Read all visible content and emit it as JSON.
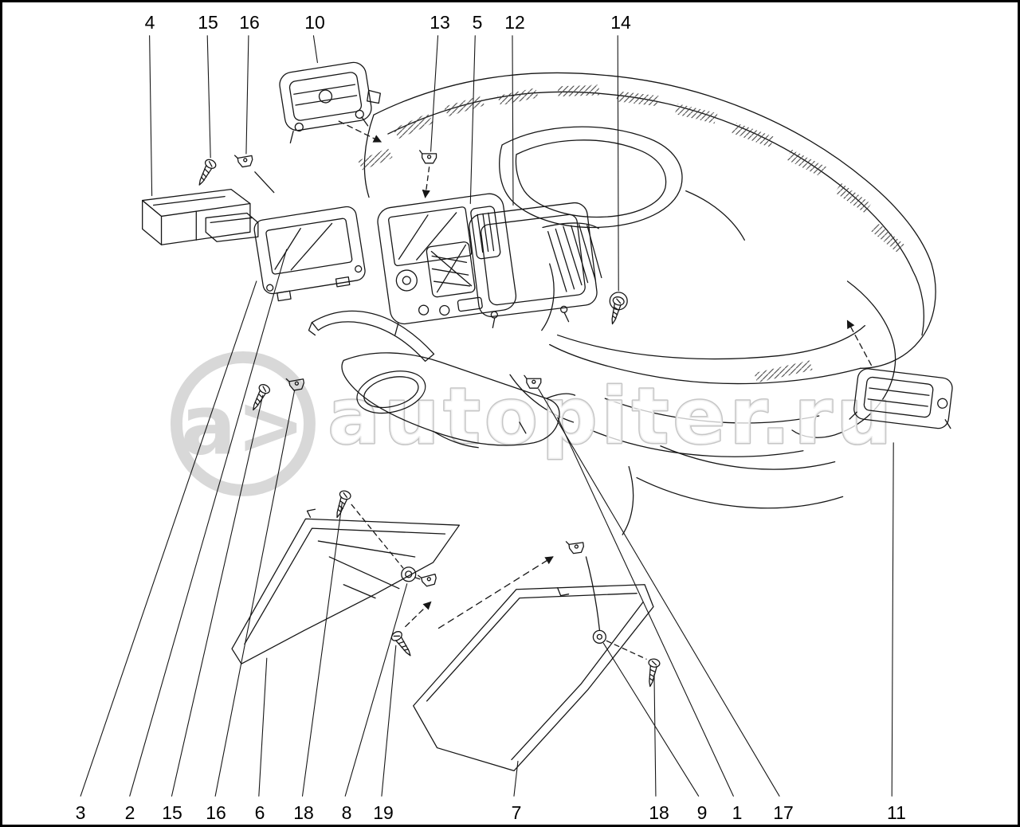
{
  "diagram_title": "dashboard-trim-exploded-parts-diagram",
  "watermark": {
    "logo_text": "a>",
    "site_text": "autopiter.ru"
  },
  "callouts": {
    "top": [
      "4",
      "15",
      "16",
      "10",
      "13",
      "5",
      "12",
      "14"
    ],
    "bottom": [
      "3",
      "2",
      "15",
      "16",
      "6",
      "18",
      "8",
      "19",
      "7",
      "18",
      "9",
      "1",
      "17",
      "11"
    ]
  },
  "colors": {
    "line": "#161616",
    "watermark": "#d8d8d8",
    "background": "#ffffff"
  }
}
